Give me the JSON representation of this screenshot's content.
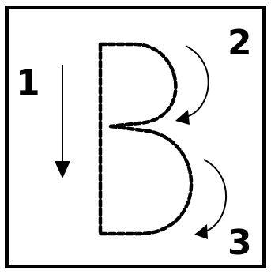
{
  "worksheet": {
    "letter": "B",
    "steps": [
      {
        "number": "1",
        "direction-icon": "arrow-down-icon"
      },
      {
        "number": "2",
        "direction-icon": "curved-arrow-clockwise-icon"
      },
      {
        "number": "3",
        "direction-icon": "curved-arrow-clockwise-icon"
      }
    ],
    "colors": {
      "ink": "#000000",
      "paper": "#ffffff"
    }
  }
}
